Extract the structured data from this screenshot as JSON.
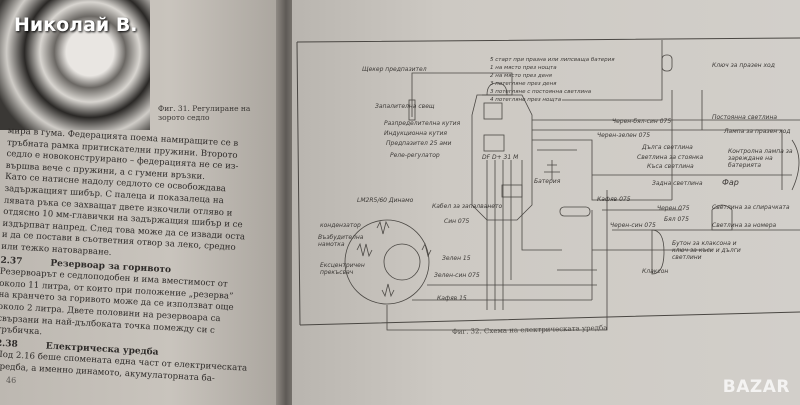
{
  "watermark": "Николай В.",
  "left_page": {
    "figure_caption": "Фиг. 31. Регулиране на зорото седло",
    "paragraph1": [
      "мира в гума. Федерацията поема намиращите се в",
      "тръбната рамка притискателни пружини. Второто",
      "седло е новоконструирано – федерацията не се из-",
      "вършва вече с пружини, а с гумени връзки.",
      "Като се натисне надолу седлото се освобождава",
      "задържащият шибър. С палеца и показалеца на",
      "лявата ръка се захващат двете изкочили отляво и",
      "отдясно 10 мм-главички на задържащия шибър и се",
      "издърпват напред. След това може да се извади оста",
      "и да се постави в съответния отвор за леко, средно",
      "или тежко натоварване."
    ],
    "section1": {
      "number": "2.37",
      "title": "Резервоар за горивото"
    },
    "paragraph2": [
      "Резервоарът е седлоподобен и има вместимост от",
      "около 11 литра, от които при положение „резерва”",
      "на кранчето за горивото може да се използват още",
      "около 2 литра. Двете половини на резервоара са",
      "свързани на най-дълбоката точка помежду си с",
      "тръбичка."
    ],
    "section2": {
      "number": "2.38",
      "title": "Електрическа уредба"
    },
    "paragraph3": [
      "Под 2.16 беше споменатa една част от електрическата",
      "уредба, а именно динамото, акумулаторната ба-"
    ],
    "page_number": "46"
  },
  "right_page": {
    "figure_caption": "Фиг. 32. Схема на електрическата уредба",
    "legend": [
      "5 старт при празна или липсваща батерия",
      "1 на място през нощта",
      "2 на място през деня",
      "3 потегляне през деня",
      "3 потегляне с постоянна светлина",
      "4 потегляне през нощта"
    ],
    "labels": {
      "spark_plug_cap": "Щекер предпазител",
      "spark_plug": "Запалителна свещ",
      "distributor": "Разпределителна кутия",
      "ignition_coil": "Индукционна кутия",
      "fuse": "Предпазител 25 ами",
      "regulator": "Реле-регулатор",
      "battery": "Батерия",
      "ignition_key": "Ключ за празен ход",
      "black_white_blue": "Черен-бял-син 075",
      "black_green": "Черен-зелен 075",
      "constant_light": "Постоянна светлина",
      "neutral_lamp": "Лампа за празен ход",
      "charge_lamp": "Контролна лампа за зареждане на батерията",
      "high_beam": "Дълга светлина",
      "parking_light": "Светлина за стоянка",
      "low_beam": "Къса светлина",
      "headlight": "Фар",
      "tail_light": "Задна светлина",
      "brake_light": "Светлина за спирачката",
      "plate_light": "Светлина за номера",
      "dynamo": "LM2R5/60 Динамо",
      "capacitor": "кондензатор",
      "excitation_coil": "Възбудителна намотка",
      "eccentric_breaker": "Ексцентричен прекъсвач",
      "ignition_cable": "Кабел за запалването",
      "blue": "Син 075",
      "green": "Зелен 15",
      "green_blue": "Зелен-син 075",
      "brown": "Кафяв 15",
      "brown2": "Кафяв 075",
      "black_blue": "Черен-син 075",
      "black": "Черен 075",
      "white": "Бял 075",
      "horn": "Клаксон",
      "horn_button": "Бутон за клаксона и ключ за къси и дълги светлини",
      "dyn_terminals": "DF D+ 31 M"
    }
  },
  "logo": "BAZAR"
}
